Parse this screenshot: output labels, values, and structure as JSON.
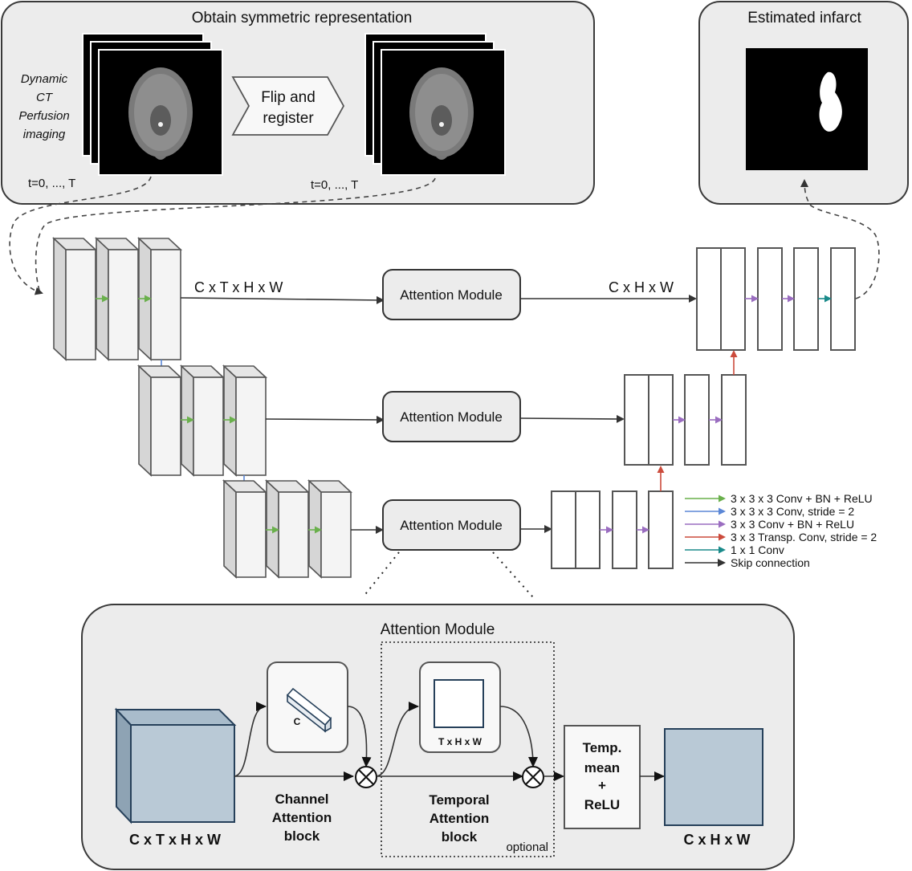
{
  "top_panel": {
    "title": "Obtain symmetric representation",
    "input_label": [
      "Dynamic",
      "CT",
      "Perfusion",
      "imaging"
    ],
    "time_label_left": "t=0, ..., T",
    "time_label_right": "t=0, ..., T",
    "flip_label": [
      "Flip and",
      "register"
    ]
  },
  "output_panel": {
    "title": "Estimated infarct"
  },
  "network": {
    "skip_label_top_left": "C x T x H x W",
    "skip_label_top_right": "C x H x W",
    "attention_labels": [
      "Attention Module",
      "Attention Module",
      "Attention Module"
    ]
  },
  "legend": [
    {
      "label": "3 x 3 x 3  Conv + BN + ReLU",
      "color": "#6ab04c"
    },
    {
      "label": "3 x 3 x 3  Conv, stride = 2",
      "color": "#5b87d6"
    },
    {
      "label": "3 x 3  Conv + BN + ReLU",
      "color": "#9a6dc0"
    },
    {
      "label": "3 x 3  Transp. Conv, stride = 2",
      "color": "#cc4b3c"
    },
    {
      "label": "1 x 1 Conv",
      "color": "#1a8a8a"
    },
    {
      "label": "Skip connection",
      "color": "#333333"
    }
  ],
  "detail": {
    "title": "Attention Module",
    "input_dims": "C x T x H x W",
    "channel_dim": "C",
    "temporal_dim": "T x H x W",
    "channel_block": [
      "Channel",
      "Attention",
      "block"
    ],
    "temporal_block": [
      "Temporal",
      "Attention",
      "block"
    ],
    "optional": "optional",
    "temp_mean": [
      "Temp.",
      "mean",
      "+",
      "ReLU"
    ],
    "output_dims": "C x H x W"
  },
  "colors": {
    "cube": "#b9c9d6",
    "cube_side": "#8ea3b4",
    "cube_edge": "#26405a"
  }
}
